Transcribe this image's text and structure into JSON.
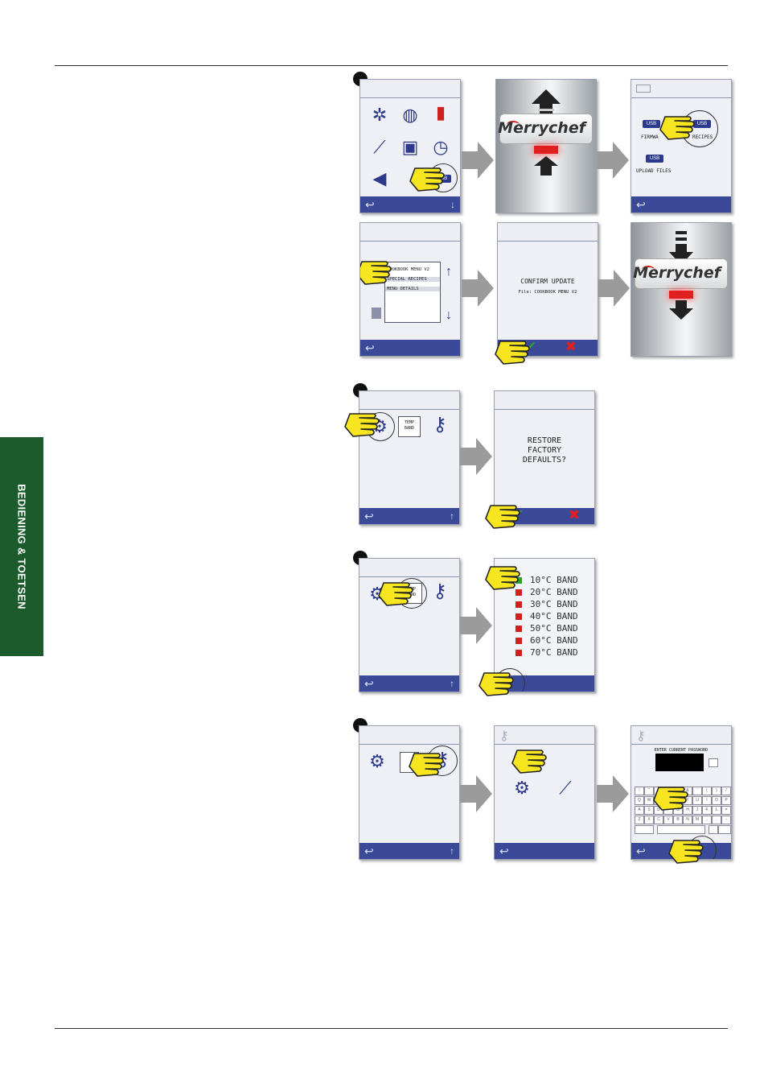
{
  "sidebar": {
    "tab_label": "BEDIENING & TOETSEN"
  },
  "brand": {
    "logo_text": "Merrychef"
  },
  "usb_screen": {
    "firmware": "FIRMWA",
    "recipes": "RECIPES",
    "upload": "UPLOAD FILES",
    "usb": "USB"
  },
  "menu_list": {
    "items": [
      "COOKBOOK MENU V2",
      "SPECIAL RECIPES",
      "MENU DETAILS"
    ]
  },
  "confirm_update": {
    "title": "CONFIRM UPDATE",
    "file": "File: COOKBOOK MENU V2"
  },
  "restore": {
    "line1": "RESTORE",
    "line2": "FACTORY",
    "line3": "DEFAULTS?"
  },
  "temp_band_icon": {
    "line1": "TEMP",
    "line2": "BAND"
  },
  "bands": [
    {
      "label": "10°C BAND",
      "state": "selected"
    },
    {
      "label": "20°C BAND",
      "state": "off"
    },
    {
      "label": "30°C BAND",
      "state": "off"
    },
    {
      "label": "40°C BAND",
      "state": "off"
    },
    {
      "label": "50°C BAND",
      "state": "off"
    },
    {
      "label": "60°C BAND",
      "state": "off"
    },
    {
      "label": "70°C BAND",
      "state": "off"
    }
  ],
  "password": {
    "prompt": "ENTER CURRENT PASSWORD"
  },
  "keyboard": {
    "row1": [
      "!",
      "\"",
      "#",
      "$",
      "%",
      "&",
      "'",
      "(",
      ")",
      "/"
    ],
    "row2": [
      "Q",
      "W",
      "E",
      "R",
      "T",
      "Y",
      "U",
      "I",
      "O",
      "P"
    ],
    "row3": [
      "A",
      "S",
      "D",
      "F",
      "G",
      "H",
      "J",
      "K",
      "L",
      "="
    ],
    "row4": [
      "Z",
      "X",
      "C",
      "V",
      "B",
      "N",
      "M",
      ",",
      ".",
      "-"
    ]
  },
  "colors": {
    "accent_bar": "#3a4a98",
    "sidebar_green": "#1b5b2c",
    "confirm_green": "#2aa52a",
    "cancel_red": "#e02020"
  },
  "icons": {
    "back": "back-arrow-icon",
    "confirm": "checkmark-icon",
    "cancel": "cross-icon"
  }
}
